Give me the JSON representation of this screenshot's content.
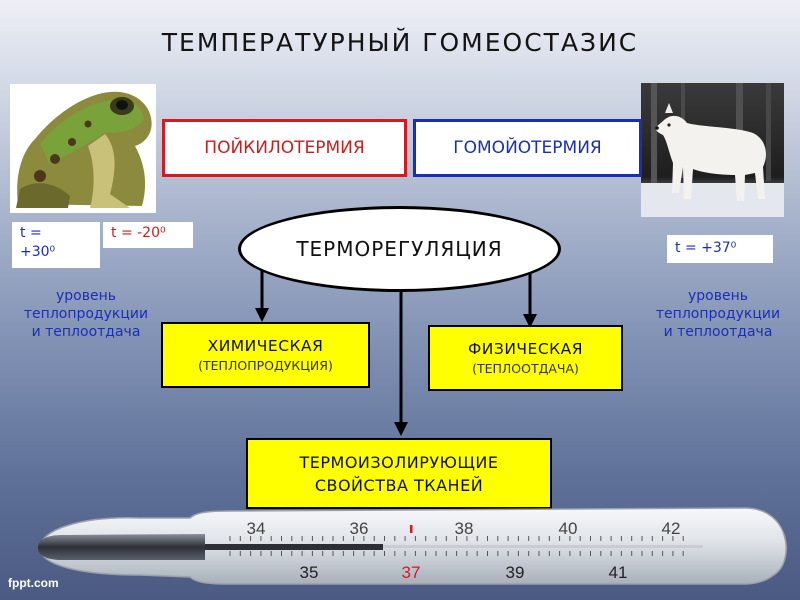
{
  "title": "ТЕМПЕРАТУРНЫЙ  ГОМЕОСТАЗИС",
  "poikilo": "ПОЙКИЛОТЕРМИЯ",
  "homoio": "ГОМОЙОТЕРМИЯ",
  "frog_temp_1": "t =",
  "frog_temp_2": "+30⁰",
  "frog_temp_3": "t = -20⁰",
  "wolf_temp": "t = +37⁰",
  "level_left": [
    "уровень",
    "теплопродукции",
    "и теплоотдача"
  ],
  "level_right": [
    "уровень",
    "теплопродукции",
    "и теплоотдача"
  ],
  "thermo": "ТЕРМОРЕГУЛЯЦИЯ",
  "chemical": {
    "main": "ХИМИЧЕСКАЯ",
    "sub": "(ТЕПЛОПРОДУКЦИЯ)"
  },
  "physical": {
    "main": "ФИЗИЧЕСКАЯ",
    "sub": "(ТЕПЛООТДАЧА)"
  },
  "insulating": [
    "ТЕРМОИЗОЛИРУЮЩИЕ",
    "СВОЙСТВА  ТКАНЕЙ"
  ],
  "thermometer": {
    "top_labels": [
      "34",
      "36",
      "38",
      "40",
      "42"
    ],
    "bottom_labels": [
      "35",
      "37",
      "39",
      "41"
    ],
    "highlight": "37",
    "highlight_color": "#d71920"
  },
  "footer": "fppt.com",
  "colors": {
    "red": "#d71920",
    "blue": "#1b2fb5",
    "yellow": "#ffff00"
  },
  "icons": {
    "frog": "frog-photo",
    "wolf": "wolf-photo"
  }
}
